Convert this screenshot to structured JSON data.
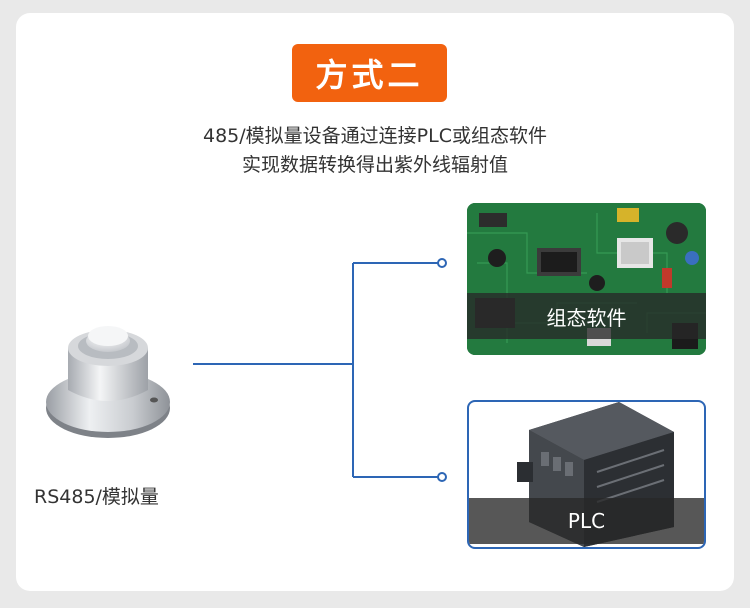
{
  "badge": "方式二",
  "description": {
    "line1": "485/模拟量设备通过连接PLC或组态软件",
    "line2": "实现数据转换得出紫外线辐射值"
  },
  "device": {
    "label": "RS485/模拟量"
  },
  "targets": [
    {
      "label": "组态软件"
    },
    {
      "label": "PLC"
    }
  ],
  "colors": {
    "accent": "#f2620f",
    "line": "#2d66b5"
  }
}
